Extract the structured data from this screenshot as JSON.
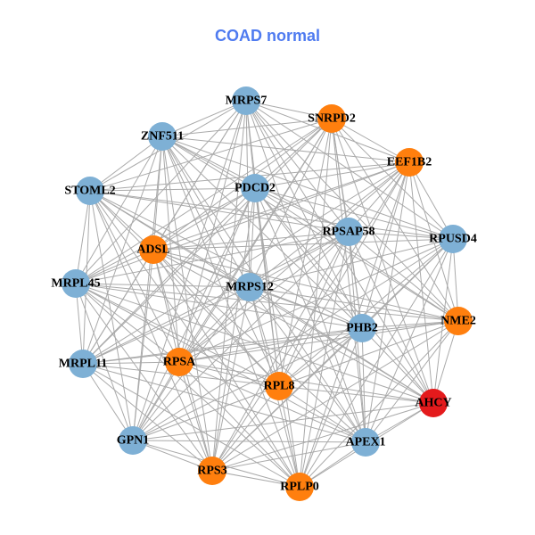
{
  "title": "COAD normal",
  "colors": {
    "title": "#4F7BF0",
    "blue": "#7EB0D5",
    "orange": "#FF7F0E",
    "red": "#E41A1C",
    "edge": "#AAAAAA"
  },
  "nodes": [
    {
      "id": "MRPS7",
      "group": "blue"
    },
    {
      "id": "SNRPD2",
      "group": "orange"
    },
    {
      "id": "ZNF511",
      "group": "blue"
    },
    {
      "id": "EEF1B2",
      "group": "orange"
    },
    {
      "id": "STOML2",
      "group": "blue"
    },
    {
      "id": "PDCD2",
      "group": "blue"
    },
    {
      "id": "RPSAP58",
      "group": "blue"
    },
    {
      "id": "RPUSD4",
      "group": "blue"
    },
    {
      "id": "ADSL",
      "group": "orange"
    },
    {
      "id": "MRPL45",
      "group": "blue"
    },
    {
      "id": "MRPS12",
      "group": "blue"
    },
    {
      "id": "PHB2",
      "group": "blue"
    },
    {
      "id": "NME2",
      "group": "orange"
    },
    {
      "id": "MRPL11",
      "group": "blue"
    },
    {
      "id": "RPSA",
      "group": "orange"
    },
    {
      "id": "RPL8",
      "group": "orange"
    },
    {
      "id": "AHCY",
      "group": "red"
    },
    {
      "id": "GPN1",
      "group": "blue"
    },
    {
      "id": "APEX1",
      "group": "blue"
    },
    {
      "id": "RPS3",
      "group": "orange"
    },
    {
      "id": "RPLP0",
      "group": "orange"
    }
  ],
  "missing_edges": [
    [
      "MRPS7",
      "RPLP0"
    ],
    [
      "STOML2",
      "NME2"
    ],
    [
      "MRPL45",
      "RPUSD4"
    ],
    [
      "GPN1",
      "EEF1B2"
    ],
    [
      "MRPL11",
      "AHCY"
    ],
    [
      "RPS3",
      "SNRPD2"
    ],
    [
      "ZNF511",
      "AHCY"
    ],
    [
      "MRPL11",
      "RPUSD4"
    ],
    [
      "STOML2",
      "APEX1"
    ],
    [
      "GPN1",
      "NME2"
    ]
  ]
}
